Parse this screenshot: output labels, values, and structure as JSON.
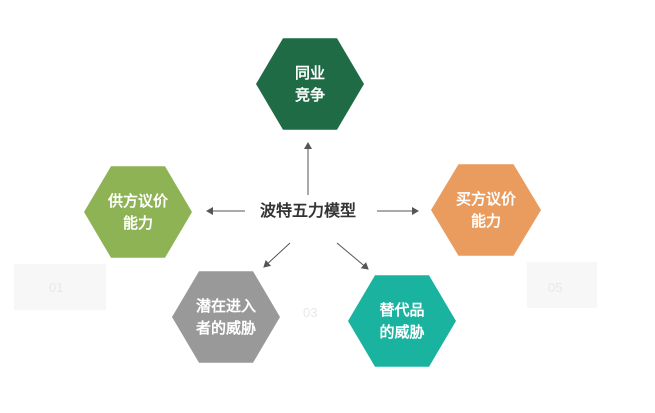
{
  "diagram": {
    "center": "波特五力模型",
    "forces": {
      "top": {
        "line1": "同业",
        "line2": "竞争",
        "color": "#1e6b45"
      },
      "left": {
        "line1": "供方议价",
        "line2": "能力",
        "color": "#8db354"
      },
      "right": {
        "line1": "买方议价",
        "line2": "能力",
        "color": "#ea9b5e"
      },
      "bottom_left": {
        "line1": "潜在进入",
        "line2": "者的威胁",
        "color": "#999999"
      },
      "bottom_right": {
        "line1": "替代品",
        "line2": "的威胁",
        "color": "#19b3a0"
      }
    },
    "background_numbers": [
      "01",
      "03",
      "05"
    ],
    "arrow_color": "#555555"
  }
}
